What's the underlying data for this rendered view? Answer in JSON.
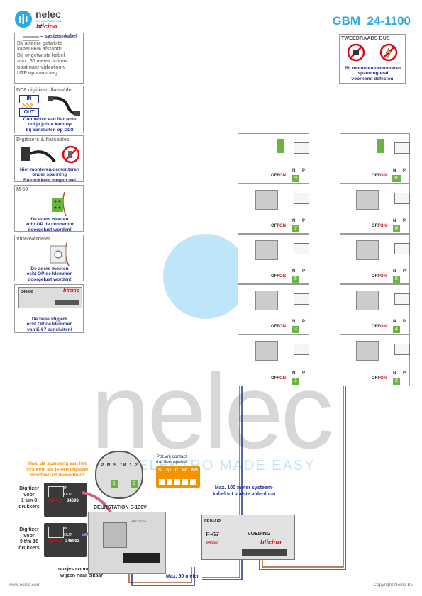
{
  "header": {
    "brand": "nelec",
    "brand_sub": "ELEKTRO MADE EASY",
    "brand2": "bticino",
    "title": "GBM_24-1100"
  },
  "notes": {
    "systeemkabel": {
      "legend": "= systeemkabel",
      "lines": [
        "Bij andere getwiste",
        "kabel 66% afstand!",
        "Bij ongetwiste kabel",
        "max. 50 meter buiten-",
        "post naar videofoon.",
        "UTP op aanvraag."
      ]
    },
    "dd8": {
      "title": "DD8 digitizer: flatcable",
      "in": "IN",
      "out": "OUT",
      "lines": [
        "Connector van flatcable",
        "nokje juiste kant op",
        "bij aansluiten op DD8"
      ]
    },
    "digitizers": {
      "title": "Digitizers & flatcables",
      "lines": [
        "Niet monteren/demonteren",
        "onder spanning",
        "Beldrukkers mogen wel"
      ]
    },
    "m50": {
      "title": "M-50",
      "lines": [
        "De aders moeten",
        "echt OP de connector",
        "doorgelust worden!"
      ]
    },
    "videoverdeler": {
      "title": "VideoVerdeler",
      "lines": [
        "De aders moeten",
        "echt OP de klemmen",
        "doorgelust worden!"
      ]
    },
    "e67": {
      "code": "346050",
      "brand": "bticino",
      "lines": [
        "De twee stijgers",
        "echt OP de klemmen",
        "van E-67 aansluiten!"
      ]
    },
    "bus": {
      "title": "TWEEDRAADS BUS",
      "lines": [
        "Bij monteren/demonteren",
        "spanning eraf",
        "voorkomt defecten!"
      ]
    }
  },
  "risers": {
    "n_label": "N",
    "p_label": "P",
    "off_label": "OFF",
    "on_label": "ON",
    "left": [
      "9",
      "7",
      "5",
      "3",
      "1"
    ],
    "right": [
      "10",
      "8",
      "6",
      "4",
      "2"
    ]
  },
  "bottom": {
    "digitizer_warning": [
      "Haal de spanning van het",
      "systeem als je een digitizer",
      "monteert of demonteert"
    ],
    "digitizer1": [
      "Digitizer",
      "voor",
      "1 t/m 8",
      "drukkers"
    ],
    "digitizer2": [
      "Digitizer",
      "voor",
      "9 t/m 16",
      "drukkers"
    ],
    "digitizer_in": "IN",
    "digitizer_out": "OUT",
    "digitizer_brand": "bticino",
    "digitizer1_code": "34693",
    "digitizer2_code": "346993",
    "nokjes": [
      "nokjes connectoren",
      "wijzen naar elkaar"
    ],
    "deurstation": "DEURSTATION S-130V",
    "deurstation_art": "ART331100",
    "terminals": [
      "P",
      "N",
      "S",
      "TM",
      "1",
      "2"
    ],
    "terminal_nums": [
      "1",
      "2"
    ],
    "potvrij": [
      "Pot.vrij contact",
      "tbv deuropener"
    ],
    "relay_terminals": [
      "S-",
      "S+",
      "C",
      "NC",
      "NO"
    ],
    "max100": [
      "Max. 100 meter systeem-",
      "kabel tot laatste videofoon"
    ],
    "max50": "Max. 50 meter",
    "psu": {
      "primair": "PRIMAIR",
      "model": "E-67",
      "voeding": "VOEDING",
      "code": "346050",
      "brand": "bticino"
    }
  },
  "watermark": {
    "word": "nelec",
    "tagline": "ELEKTRO MADE EASY"
  },
  "footer": {
    "left": "www.nelec.com",
    "right": "Copyright Nelec BV"
  }
}
